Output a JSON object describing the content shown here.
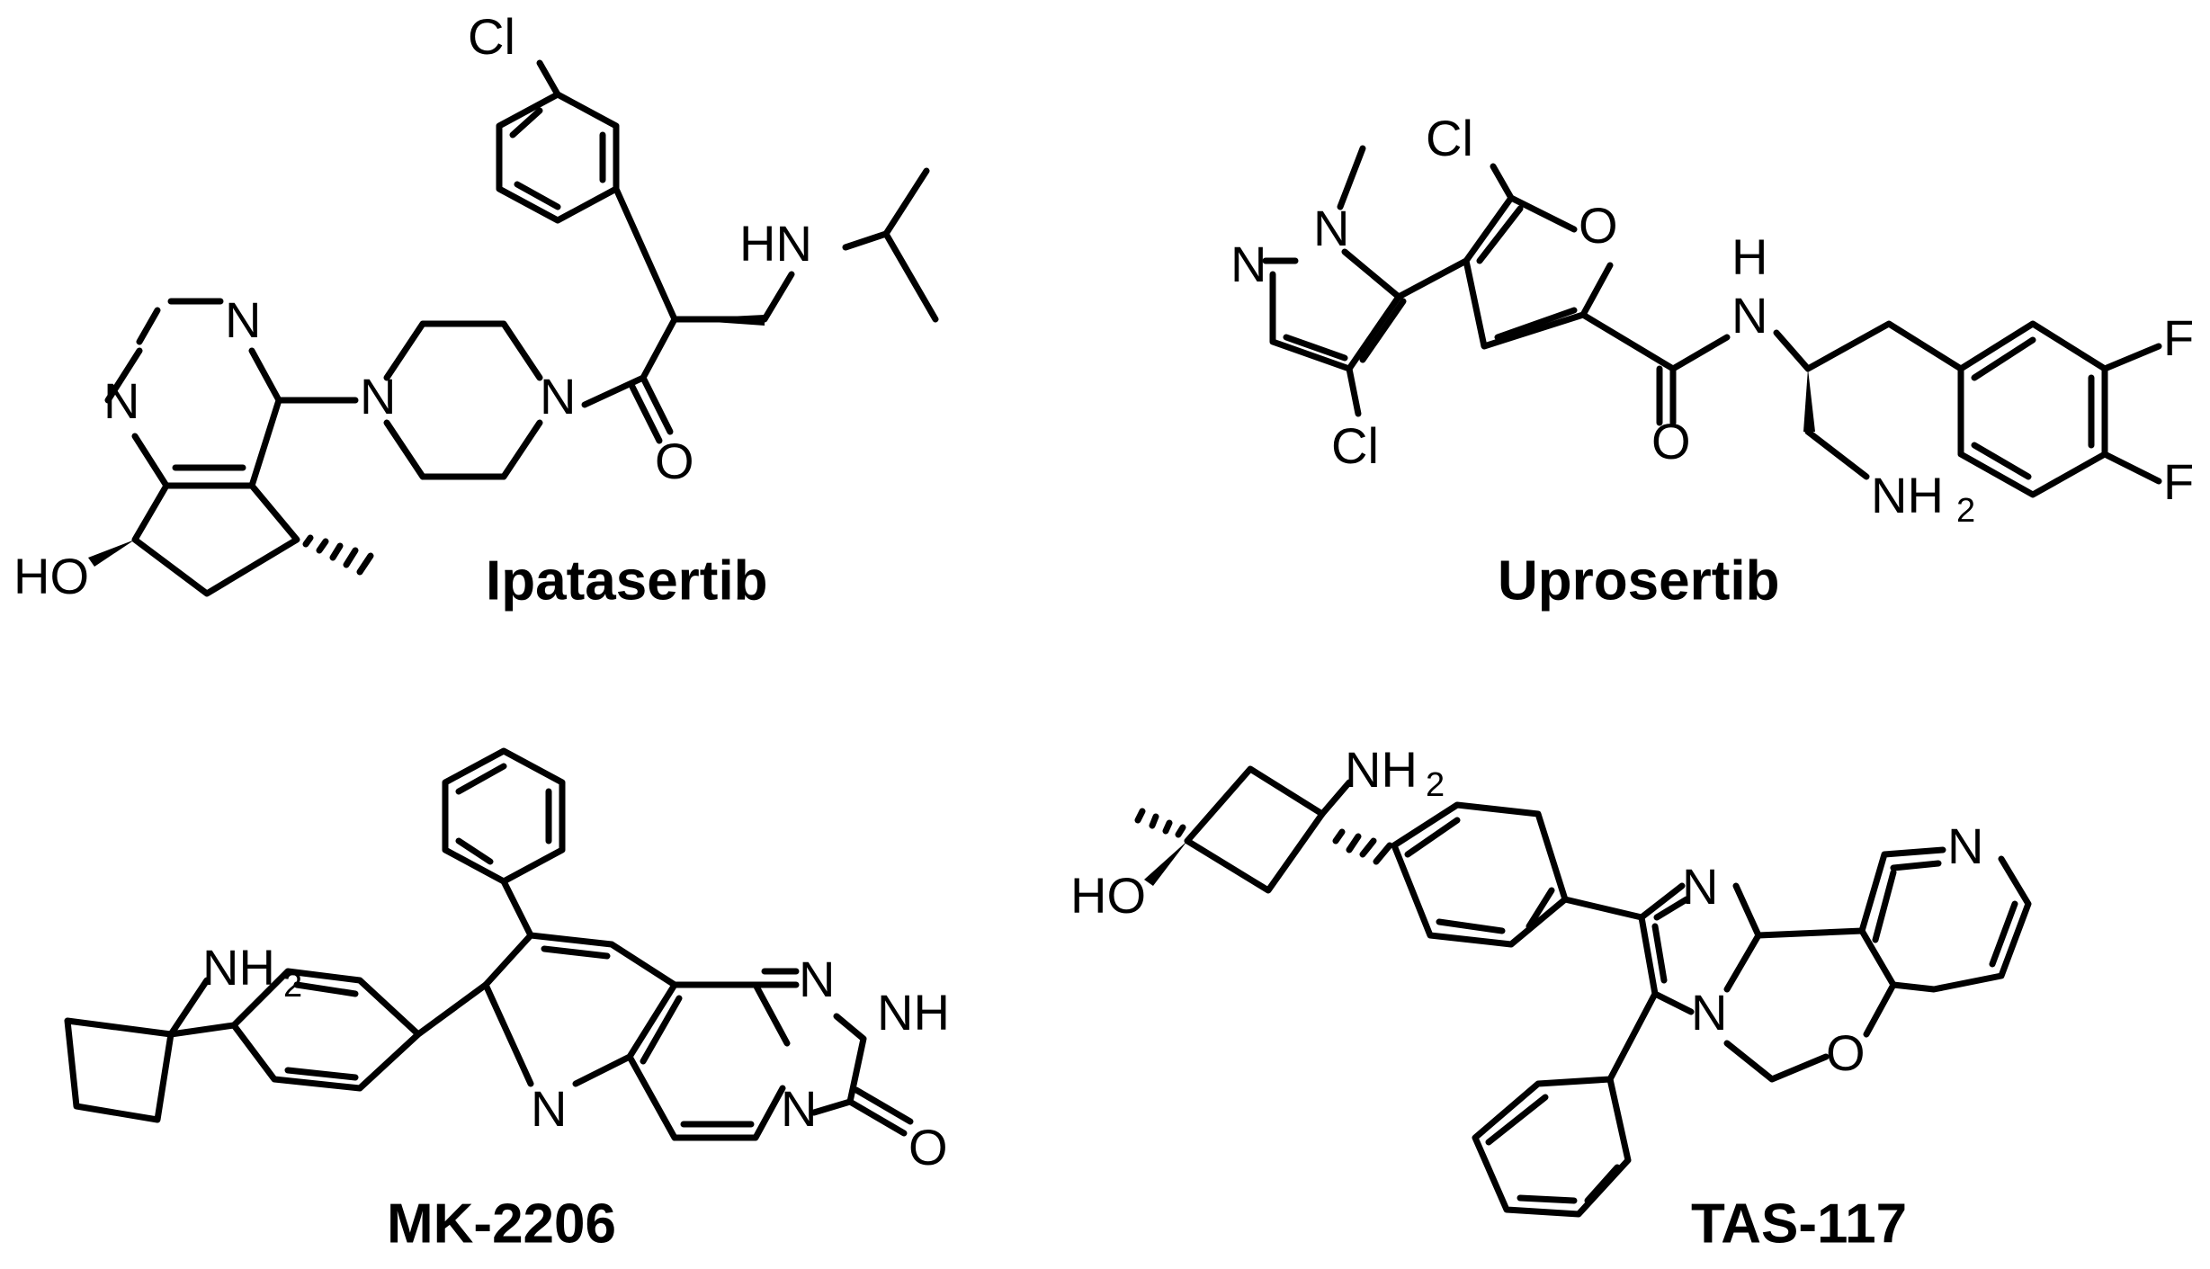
{
  "figure": {
    "compounds": [
      {
        "name": "Ipatasertib"
      },
      {
        "name": "Uprosertib"
      },
      {
        "name": "MK-2206"
      },
      {
        "name": "TAS-117"
      }
    ]
  },
  "atoms": {
    "cl": "Cl",
    "n": "N",
    "o": "O",
    "ho": "HO",
    "hn": "HN",
    "nh": "NH",
    "nh2": "NH",
    "sub2": "2",
    "f": "F"
  }
}
